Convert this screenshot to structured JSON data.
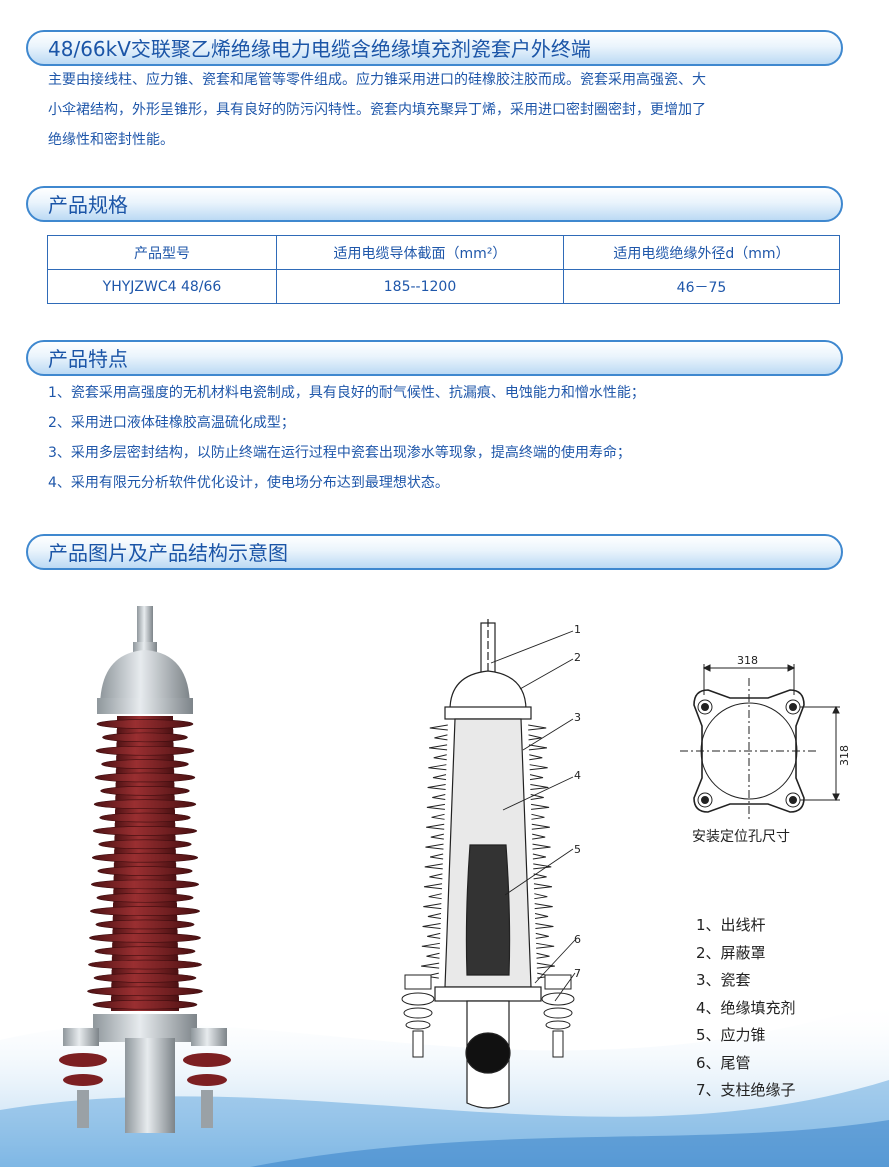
{
  "sections": {
    "title1": "48/66kV交联聚乙烯绝缘电力电缆含绝缘填充剂瓷套户外终端",
    "title2": "产品规格",
    "title3": "产品特点",
    "title4": "产品图片及产品结构示意图"
  },
  "intro": [
    "主要由接线柱、应力锥、瓷套和尾管等零件组成。应力锥采用进口的硅橡胶注胶而成。瓷套采用高强瓷、大",
    "小伞裙结构，外形呈锥形，具有良好的防污闪特性。瓷套内填充聚异丁烯，采用进口密封圈密封，更增加了",
    "绝缘性和密封性能。"
  ],
  "spec_table": {
    "headers": [
      "产品型号",
      "适用电缆导体截面（mm²）",
      "适用电缆绝缘外径d（mm）"
    ],
    "rows": [
      [
        "YHYJZWC4 48/66",
        "185--1200",
        "46－75"
      ]
    ]
  },
  "features": [
    "1、瓷套采用高强度的无机材料电瓷制成，具有良好的耐气候性、抗漏痕、电蚀能力和憎水性能；",
    "2、采用进口液体硅橡胶高温硫化成型；",
    "3、采用多层密封结构，以防止终端在运行过程中瓷套出现渗水等现象，提高终端的使用寿命；",
    "4、采用有限元分析软件优化设计，使电场分布达到最理想状态。"
  ],
  "mounting": {
    "caption": "安装定位孔尺寸",
    "dim_horizontal": "318",
    "dim_vertical": "318"
  },
  "diagram_labels": [
    "1",
    "2",
    "3",
    "4",
    "5",
    "6",
    "7"
  ],
  "legend": [
    "1、出线杆",
    "2、屏蔽罩",
    "3、瓷套",
    "4、绝缘填充剂",
    "5、应力锥",
    "6、尾管",
    "7、支柱绝缘子"
  ],
  "colors": {
    "heading_text": "#1b55a7",
    "body_text": "#1f57aa",
    "bar_border": "#3f88cf",
    "porcelain": "#7a1f22"
  }
}
